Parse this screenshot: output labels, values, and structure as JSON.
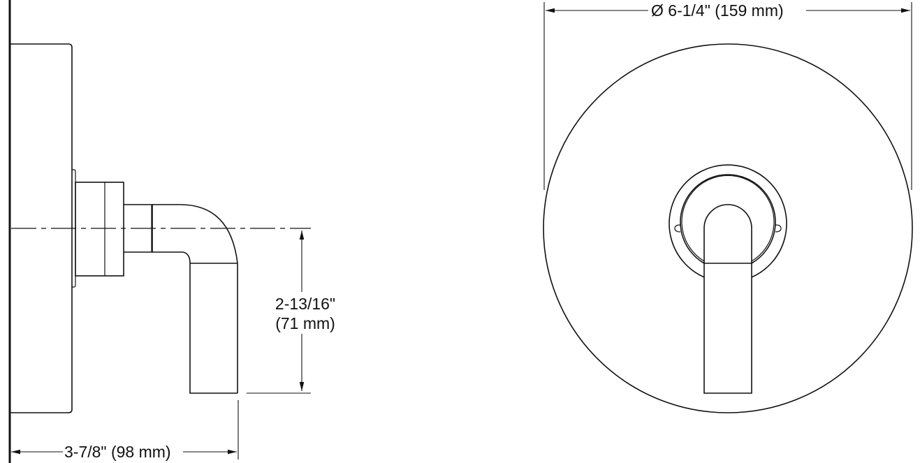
{
  "drawing": {
    "type": "technical-dimension-drawing",
    "subject": "Shower valve trim with lever handle",
    "colors": {
      "line": "#111111",
      "background": "#ffffff"
    },
    "side_view": {
      "depth_dimension": "3-7/8\" (98 mm)",
      "handle_height_line1": "2-13/16\"",
      "handle_height_line2": "(71 mm)"
    },
    "front_view": {
      "diameter_dimension": "Ø 6-1/4\" (159 mm)"
    }
  }
}
